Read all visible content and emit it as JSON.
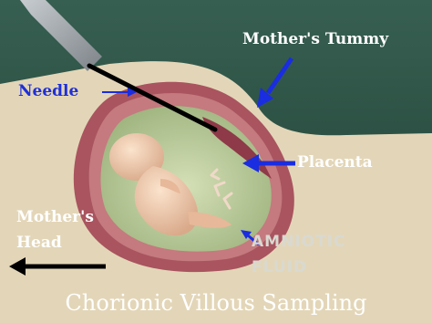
{
  "labels": {
    "needle": "Needle",
    "mothers_tummy": "Mother's Tummy",
    "placenta": "Placenta",
    "mothers_head_line1": "Mother's",
    "mothers_head_line2": "Head",
    "amniotic_fluid_line1": "AMNIOTIC",
    "amniotic_fluid_line2": "FLUID"
  },
  "caption": "Chorionic Villous Sampling",
  "colors": {
    "background_top": "#2f5a4c",
    "background_bottom": "#22463a",
    "body_skin": "#e3d6b8",
    "uterus_wall": "#a9545f",
    "amniotic_fluid": "#b9c99a",
    "fetus": "#f2cfb0",
    "label_blue": "#1f2fd8",
    "arrow_blue": "#1a2de0",
    "arrow_black": "#000000"
  }
}
